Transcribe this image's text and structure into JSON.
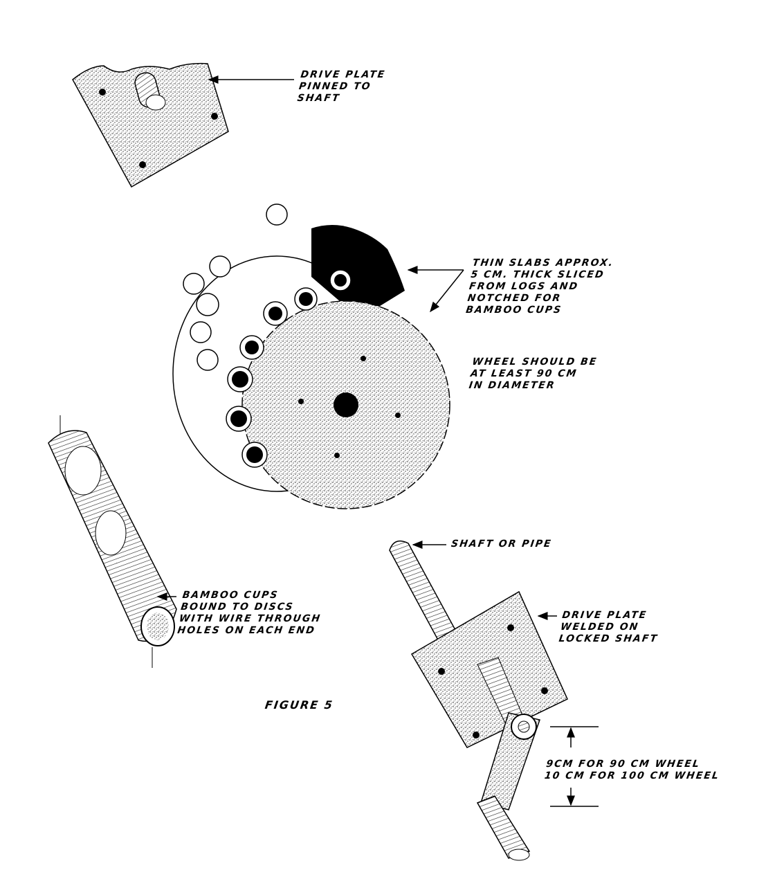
{
  "figure_title": "FIGURE 5",
  "labels": {
    "drive_plate_pinned": [
      "DRIVE PLATE",
      "PINNED TO",
      "SHAFT"
    ],
    "thin_slabs": [
      "THIN SLABS APPROX.",
      "5 CM. THICK SLICED",
      "FROM LOGS AND",
      "NOTCHED FOR",
      "BAMBOO CUPS"
    ],
    "wheel_size": [
      "WHEEL SHOULD BE",
      "AT LEAST 90 CM",
      "IN DIAMETER"
    ],
    "bamboo_cups": [
      "BAMBOO CUPS",
      "BOUND TO DISCS",
      "WITH WIRE THROUGH",
      "HOLES ON EACH END"
    ],
    "shaft": [
      "SHAFT OR PIPE"
    ],
    "drive_plate_welded": [
      "DRIVE PLATE",
      "WELDED ON",
      "LOCKED SHAFT"
    ],
    "crank_dimension": [
      "9CM FOR 90 CM WHEEL",
      "10 CM FOR 100 CM WHEEL"
    ]
  },
  "colors": {
    "ink": "#000000",
    "paper": "#ffffff",
    "stipple": "#555555"
  }
}
